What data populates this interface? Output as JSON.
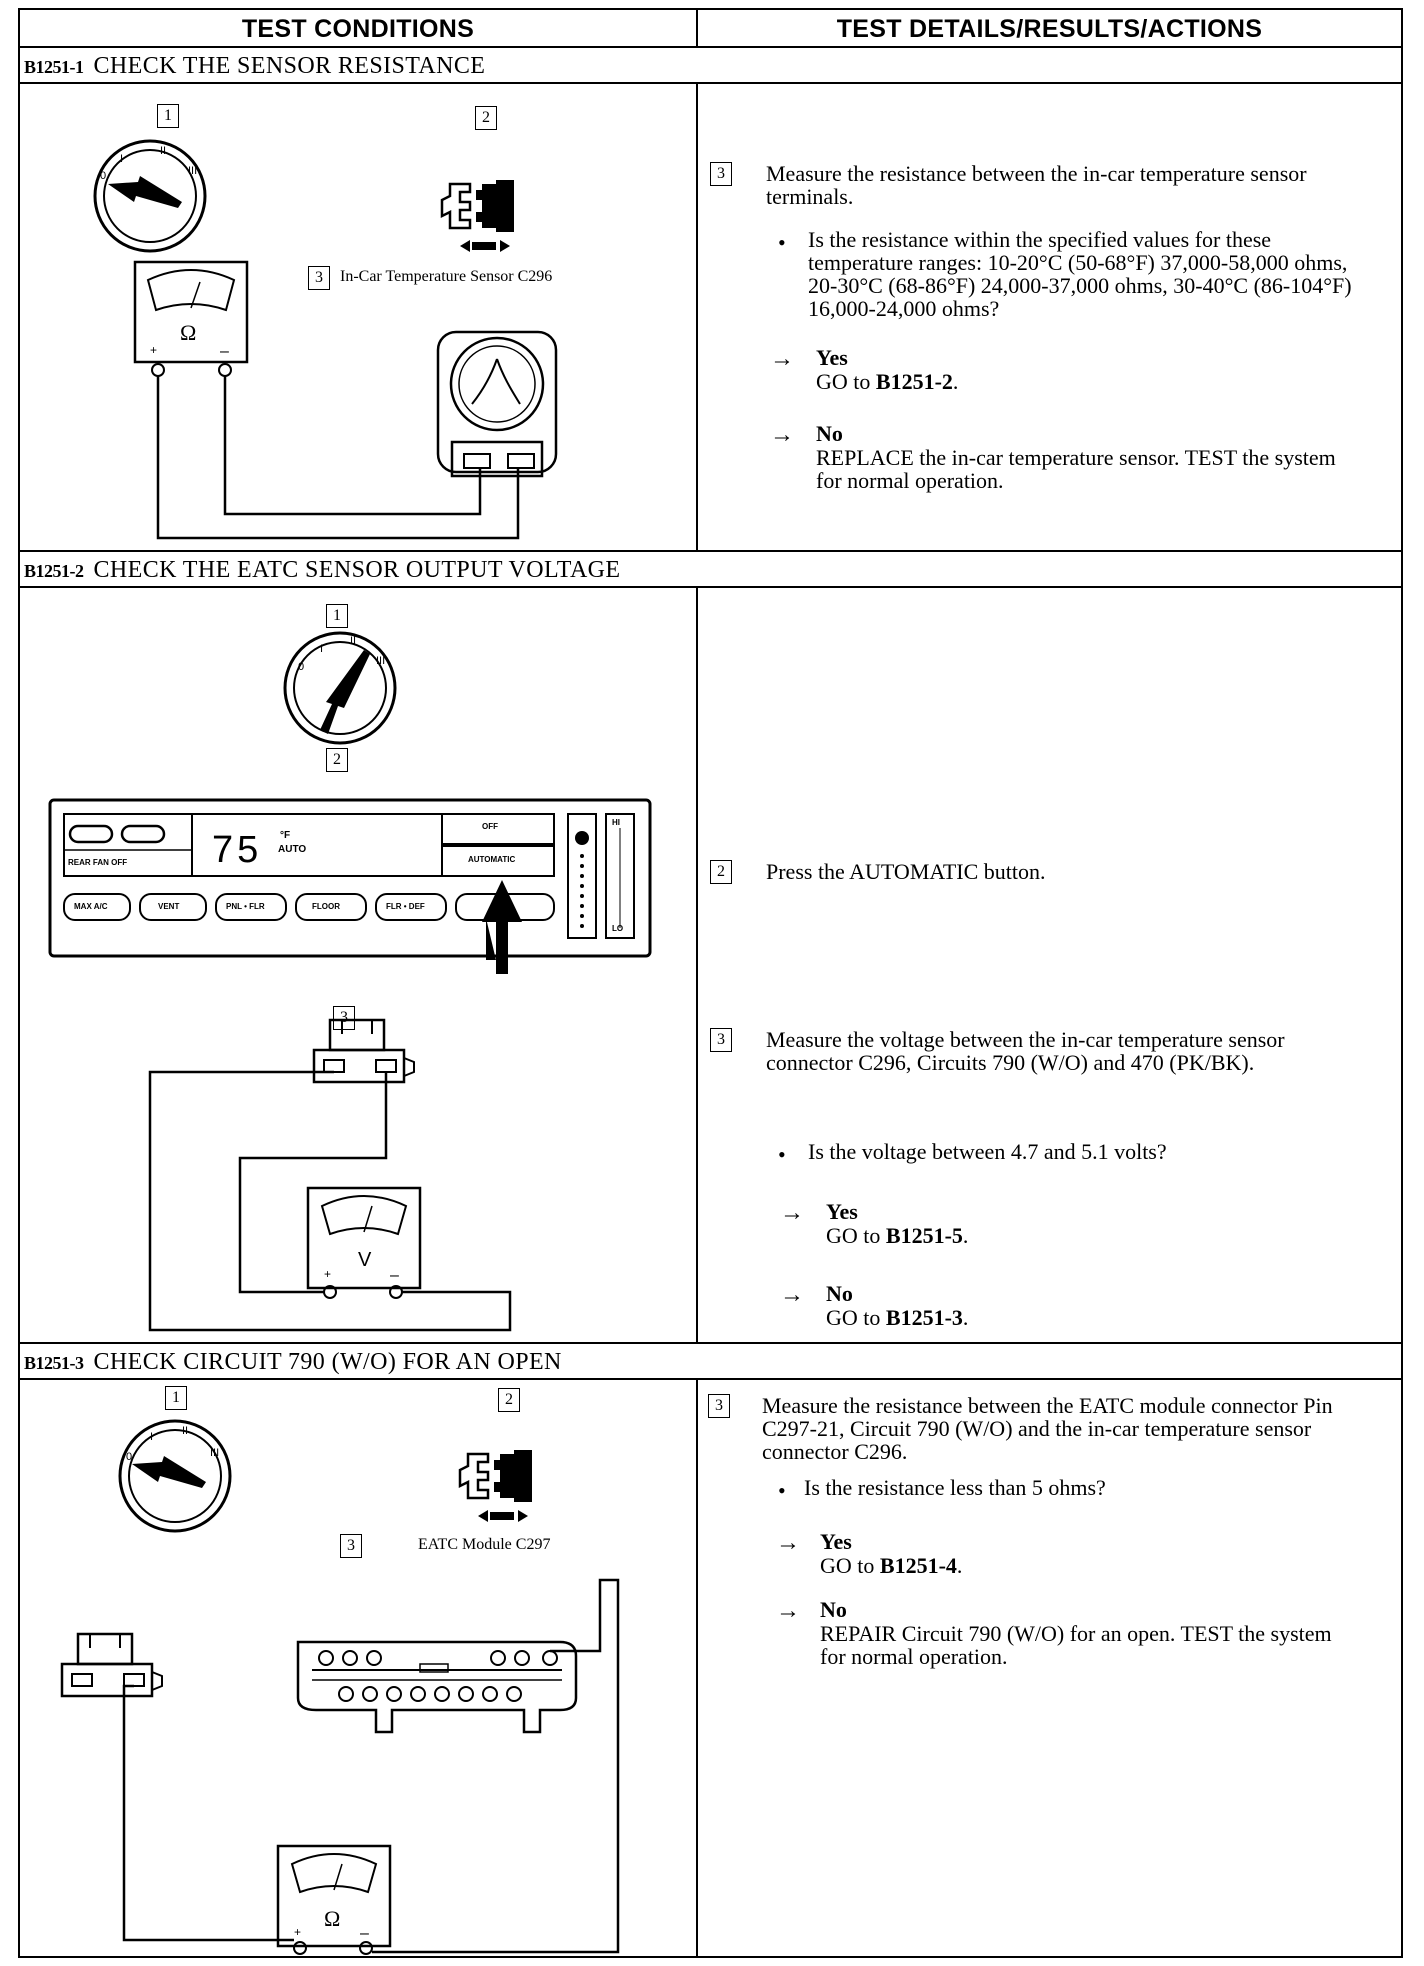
{
  "header": {
    "left": "TEST CONDITIONS",
    "right": "TEST DETAILS/RESULTS/ACTIONS"
  },
  "sections": [
    {
      "code": "B1251-1",
      "title": "CHECK THE SENSOR RESISTANCE",
      "diagram": {
        "callouts": [
          "1",
          "2",
          "3"
        ],
        "label_3": "In-Car Temperature Sensor C296",
        "meter_symbol": "Ω"
      },
      "step": {
        "num": "3",
        "text": "Measure the resistance between the in-car temperature sensor terminals.",
        "question": "Is the resistance within the specified values for these temperature ranges: 10-20°C (50-68°F) 37,000-58,000 ohms, 20-30°C (68-86°F) 24,000-37,000 ohms, 30-40°C (86-104°F) 16,000-24,000 ohms?",
        "yes_label": "Yes",
        "yes_action_prefix": "GO to ",
        "yes_action_ref": "B1251-2",
        "no_label": "No",
        "no_action": "REPLACE the in-car temperature sensor. TEST the system for normal operation."
      }
    },
    {
      "code": "B1251-2",
      "title": "CHECK THE EATC SENSOR OUTPUT VOLTAGE",
      "diagram": {
        "callouts": [
          "1",
          "2",
          "3"
        ],
        "panel": {
          "display": "75",
          "deg": "°F",
          "mode": "AUTO",
          "rear_fan_off": "REAR FAN OFF",
          "off": "OFF",
          "automatic": "AUTOMATIC",
          "buttons": [
            "MAX A/C",
            "VENT",
            "PNL • FLR",
            "FLOOR",
            "FLR • DEF"
          ],
          "hi": "HI",
          "lo": "LO"
        },
        "meter_symbol": "V"
      },
      "step_a": {
        "num": "2",
        "text": "Press the AUTOMATIC button."
      },
      "step_b": {
        "num": "3",
        "text": "Measure the voltage between the in-car temperature sensor connector C296, Circuits 790 (W/O) and 470 (PK/BK).",
        "question": "Is the voltage between 4.7 and 5.1 volts?",
        "yes_label": "Yes",
        "yes_action_prefix": "GO to ",
        "yes_action_ref": "B1251-5",
        "no_label": "No",
        "no_action_prefix": "GO to ",
        "no_action_ref": "B1251-3"
      }
    },
    {
      "code": "B1251-3",
      "title": "CHECK CIRCUIT 790 (W/O) FOR AN OPEN",
      "diagram": {
        "callouts": [
          "1",
          "2",
          "3"
        ],
        "label_3": "EATC Module C297",
        "meter_symbol": "Ω"
      },
      "step": {
        "num": "3",
        "text": "Measure the resistance between the EATC module connector Pin C297-21, Circuit 790 (W/O) and the in-car temperature sensor connector C296.",
        "question": "Is the resistance less than 5 ohms?",
        "yes_label": "Yes",
        "yes_action_prefix": "GO to ",
        "yes_action_ref": "B1251-4",
        "no_label": "No",
        "no_action": "REPAIR Circuit 790 (W/O) for an open. TEST the system for normal operation."
      }
    }
  ],
  "symbols": {
    "arrow": "→",
    "bullet": "•"
  }
}
